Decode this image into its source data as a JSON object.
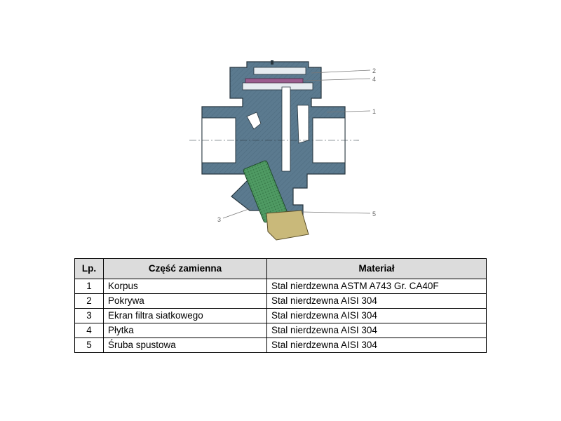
{
  "drawing": {
    "callouts": [
      "2",
      "4",
      "1",
      "3",
      "5"
    ],
    "colors": {
      "body": "#5b7a8f",
      "plate": "#9b5d8e",
      "screen": "#4f9a63",
      "plug": "#c9b97a"
    }
  },
  "table": {
    "headers": {
      "lp": "Lp.",
      "part": "Część zamienna",
      "material": "Materiał"
    },
    "rows": [
      {
        "lp": "1",
        "part": "Korpus",
        "material": "Stal nierdzewna ASTM A743 Gr. CA40F"
      },
      {
        "lp": "2",
        "part": "Pokrywa",
        "material": "Stal nierdzewna AISI 304"
      },
      {
        "lp": "3",
        "part": "Ekran filtra siatkowego",
        "material": "Stal nierdzewna AISI 304"
      },
      {
        "lp": "4",
        "part": "Płytka",
        "material": "Stal nierdzewna AISI 304"
      },
      {
        "lp": "5",
        "part": "Śruba spustowa",
        "material": "Stal nierdzewna AISI 304"
      }
    ]
  }
}
